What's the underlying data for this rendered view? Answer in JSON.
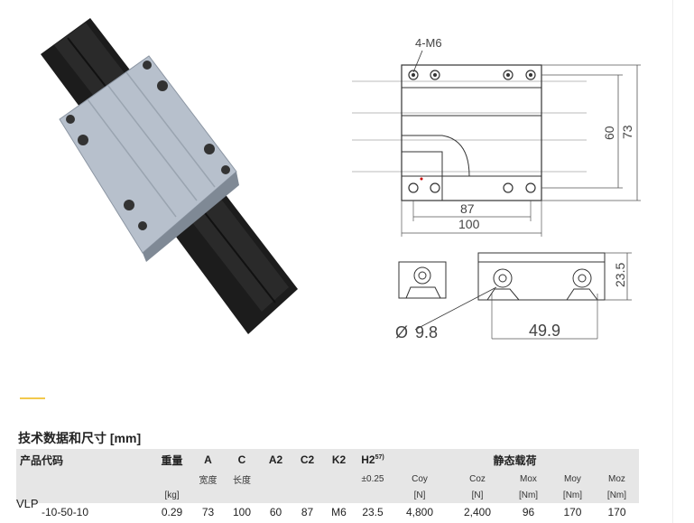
{
  "drawing": {
    "label_holes": "4-M6",
    "dim_87": "87",
    "dim_100": "100",
    "dim_60": "60",
    "dim_73": "73",
    "dim_23_5": "23.5",
    "dim_diameter": "9.8",
    "diameter_symbol": "Ø",
    "dim_49_9": "49.9"
  },
  "specs": {
    "title": "技术数据和尺寸 [mm]",
    "headers": {
      "code": "产品代码",
      "weight": "重量",
      "a": "A",
      "c": "C",
      "a2": "A2",
      "c2": "C2",
      "k2": "K2",
      "h2": "H2",
      "h2_sup": "57)",
      "static_load": "静态载荷"
    },
    "subheaders": {
      "a_desc": "宽度",
      "c_desc": "长度",
      "h2_tol": "±0.25",
      "coy": "Coy",
      "coz": "Coz",
      "mox": "Mox",
      "moy": "Moy",
      "moz": "Moz"
    },
    "units": {
      "weight": "[kg]",
      "coy": "[N]",
      "coz": "[N]",
      "mox": "[Nm]",
      "moy": "[Nm]",
      "moz": "[Nm]"
    },
    "series_label": "VLP",
    "rows": [
      {
        "code": "-10-50-10",
        "weight": "0.29",
        "a": "73",
        "c": "100",
        "a2": "60",
        "c2": "87",
        "k2": "M6",
        "h2": "23.5",
        "coy": "4,800",
        "coz": "2,400",
        "mox": "96",
        "moy": "170",
        "moz": "170"
      }
    ]
  }
}
